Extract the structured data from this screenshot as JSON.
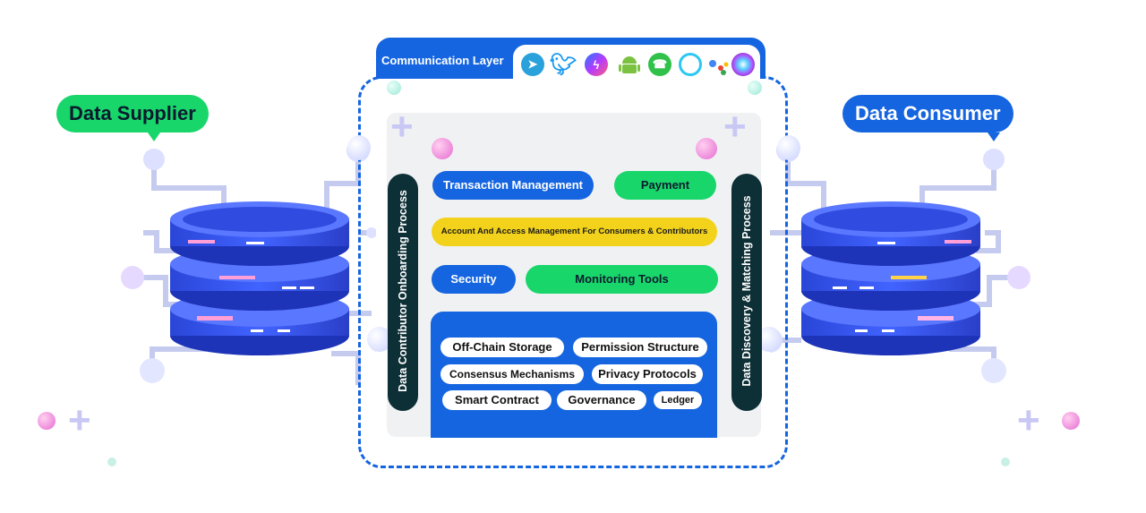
{
  "supplier": {
    "label": "Data Supplier",
    "color": "#19d66b"
  },
  "consumer": {
    "label": "Data Consumer",
    "color": "#1565e0"
  },
  "communication_layer": {
    "label": "Communication Layer",
    "icons": [
      "telegram-icon",
      "twitter-icon",
      "messenger-icon",
      "android-icon",
      "whatsapp-icon",
      "alexa-icon",
      "google-assistant-icon",
      "siri-icon"
    ]
  },
  "left_process": "Data Contributor Onboarding Process",
  "right_process": "Data Discovery & Matching Process",
  "services": {
    "transaction": "Transaction Management",
    "payment": "Payment",
    "account": "Account And Access Management For Consumers & Contributors",
    "security": "Security",
    "monitoring": "Monitoring Tools"
  },
  "blockchain": {
    "off_chain": "Off-Chain Storage",
    "permission": "Permission Structure",
    "consensus": "Consensus Mechanisms",
    "privacy": "Privacy Protocols",
    "smart_contract": "Smart Contract",
    "governance": "Governance",
    "ledger": "Ledger"
  },
  "colors": {
    "blue": "#1565e0",
    "green": "#19d66b",
    "yellow": "#f2d21b",
    "dark": "#0d2f36",
    "panel": "#f0f1f3"
  }
}
